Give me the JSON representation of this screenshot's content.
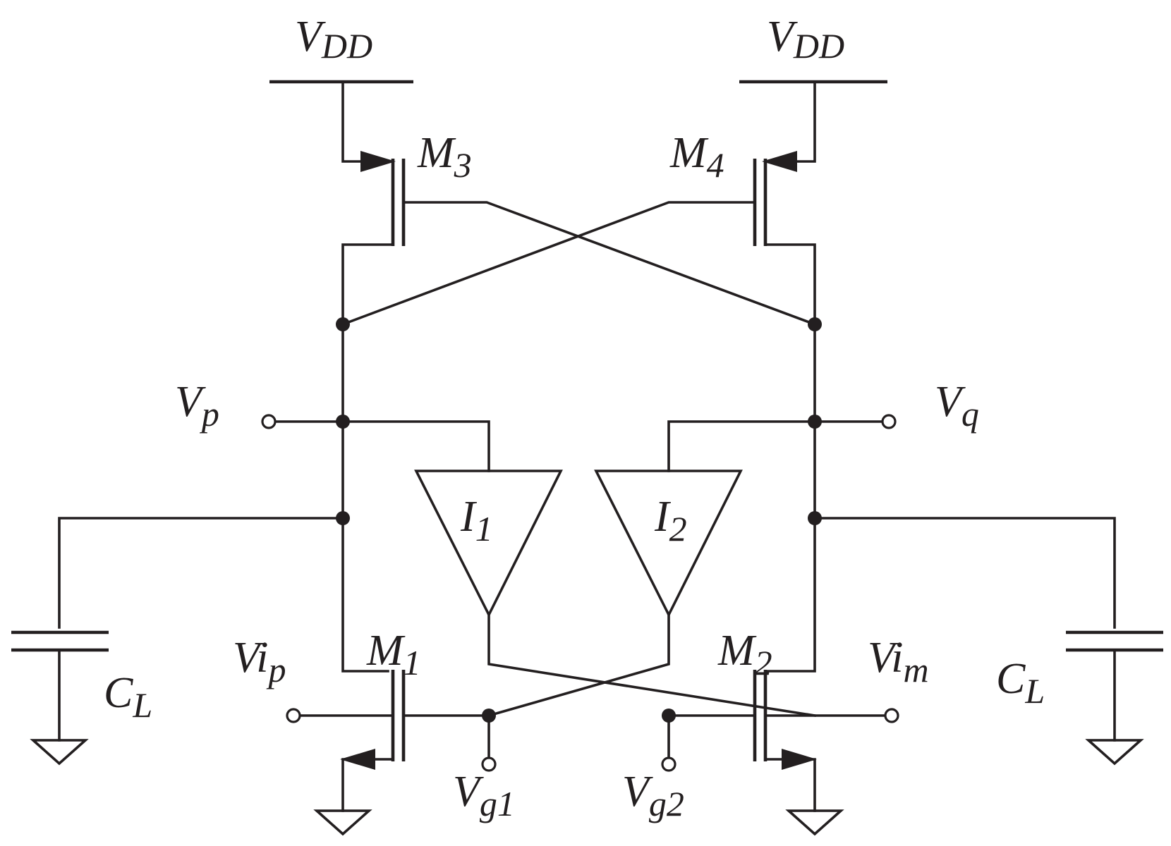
{
  "labels": {
    "vdd_left": {
      "main": "V",
      "sub": "DD"
    },
    "vdd_right": {
      "main": "V",
      "sub": "DD"
    },
    "m3": {
      "main": "M",
      "sub": "3"
    },
    "m4": {
      "main": "M",
      "sub": "4"
    },
    "m1": {
      "main": "M",
      "sub": "1"
    },
    "m2": {
      "main": "M",
      "sub": "2"
    },
    "vp": {
      "main": "V",
      "sub": "p"
    },
    "vq": {
      "main": "V",
      "sub": "q"
    },
    "i1": {
      "main": "I",
      "sub": "1"
    },
    "i2": {
      "main": "I",
      "sub": "2"
    },
    "cl_left": {
      "main": "C",
      "sub": "L"
    },
    "cl_right": {
      "main": "C",
      "sub": "L"
    },
    "vip": {
      "main": "Vi",
      "sub": "p"
    },
    "vim": {
      "main": "Vi",
      "sub": "m"
    },
    "vg1": {
      "main": "V",
      "sub": "g1"
    },
    "vg2": {
      "main": "V",
      "sub": "g2"
    }
  },
  "colors": {
    "wire": "#231f20",
    "background": "#ffffff"
  }
}
